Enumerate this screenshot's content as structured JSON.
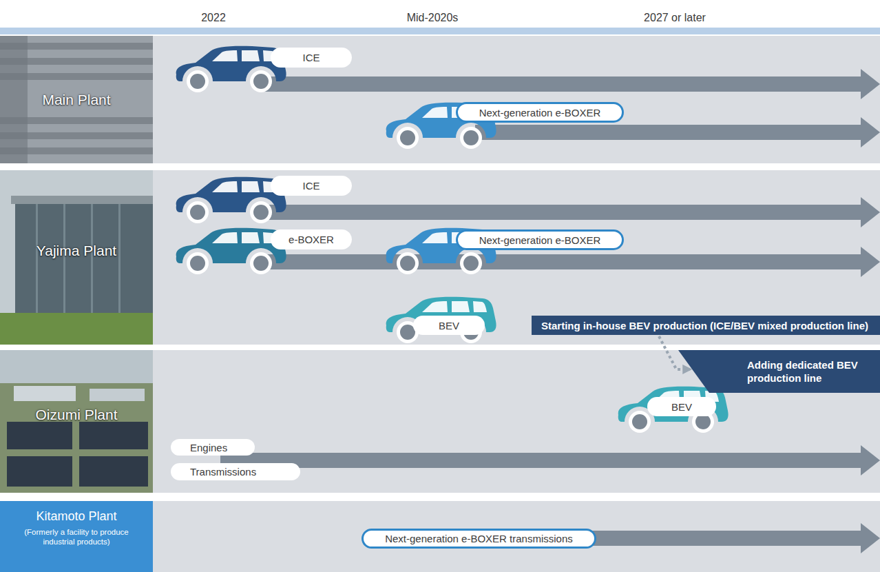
{
  "diagram": {
    "nodes": [
      {
        "text": [
          "Main Plant"
        ]
      },
      {
        "text": [
          "ICE"
        ],
        "in": 0
      },
      {
        "text": [
          "Next-generation e-BOXER"
        ],
        "in": 0
      },
      {
        "text": [
          "Yajima Plant"
        ]
      },
      {
        "text": [
          "ICE"
        ],
        "in": 3
      },
      {
        "text": [
          "e-BOXER"
        ],
        "in": 3
      },
      {
        "text": [
          "Next-generation e-BOXER"
        ],
        "in": 3
      },
      {
        "text": [
          "BEV"
        ],
        "in": 3
      },
      {
        "text": [
          "Starting in-house BEV production (ICE/BEV mixed production line)"
        ],
        "in": 3
      },
      {
        "text": [
          "Oizumi Plant"
        ]
      },
      {
        "text": [
          "Adding dedicated BEV production line"
        ],
        "in": 9
      },
      {
        "text": [
          "BEV"
        ],
        "in": 9
      },
      {
        "text": [
          "Engines"
        ],
        "in": 9
      },
      {
        "text": [
          "Transmissions"
        ],
        "in": 9
      },
      {
        "text": [
          "Kitamoto Plant",
          "(Formerly a facility to produce industrial products)"
        ]
      },
      {
        "text": [
          "Next-generation e-BOXER transmissions"
        ],
        "in": 14
      }
    ],
    "edges": [
      {
        "from": 8,
        "to": 10,
        "arrow": "to"
      }
    ],
    "labels": [
      "2022",
      "Mid-2020s",
      "2027 or later"
    ]
  }
}
